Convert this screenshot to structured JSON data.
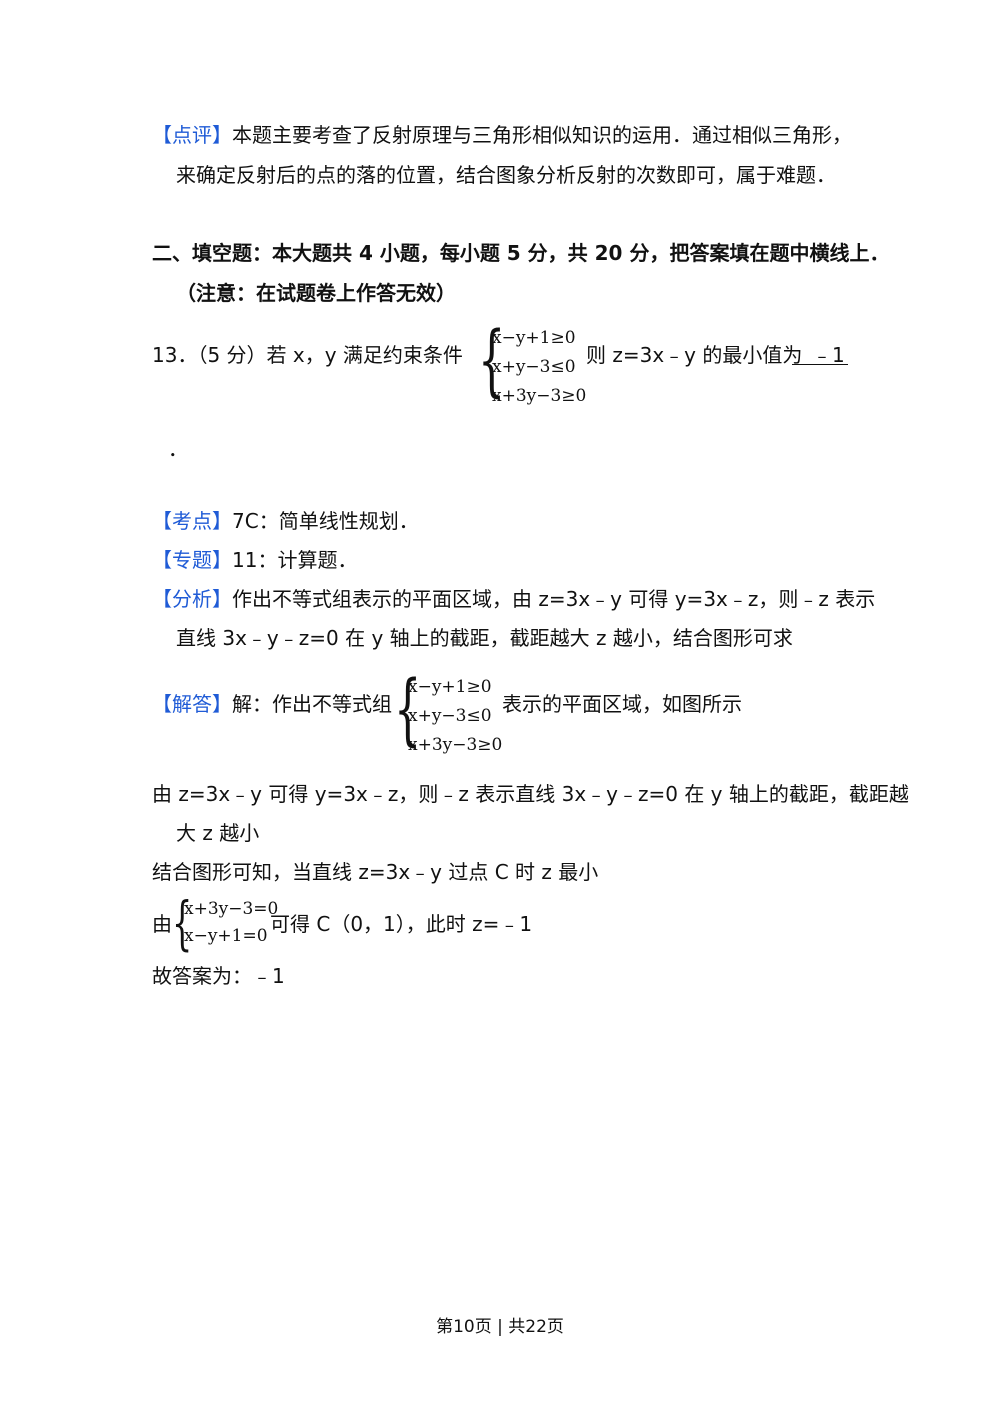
{
  "review": {
    "tag": "【点评】",
    "line1": "本题主要考查了反射原理与三角形相似知识的运用．通过相似三角形，",
    "line2": "来确定反射后的点的落的位置，结合图象分析反射的次数即可，属于难题．"
  },
  "section": {
    "heading1": "二、填空题：本大题共 4 小题，每小题 5 分，共 20 分，把答案填在题中横线上．",
    "heading2": "（注意：在试题卷上作答无效）"
  },
  "q13": {
    "prefix": "13．（5 分）若 x，y 满足约束条件",
    "suffix": "则 z=3x﹣y 的最小值为",
    "answer": "﹣1",
    "period": "．",
    "system": [
      "x−y+1≥0",
      "x+y−3≤0",
      "x+3y−3≥0"
    ]
  },
  "kaodian": {
    "tag": "【考点】",
    "text": "7C：简单线性规划．"
  },
  "zhuanti": {
    "tag": "【专题】",
    "text": "11：计算题．"
  },
  "fenxi": {
    "tag": "【分析】",
    "line1": "作出不等式组表示的平面区域，由 z=3x﹣y 可得 y=3x﹣z，则﹣z 表示",
    "line2": "直线 3x﹣y﹣z=0 在 y 轴上的截距，截距越大 z 越小，结合图形可求"
  },
  "jieda": {
    "tag": "【解答】",
    "prefix": "解：作出不等式组",
    "suffix": "表示的平面区域，如图所示",
    "system": [
      "x−y+1≥0",
      "x+y−3≤0",
      "x+3y−3≥0"
    ]
  },
  "body": {
    "line1": "由 z=3x﹣y 可得 y=3x﹣z，则﹣z 表示直线 3x﹣y﹣z=0 在 y 轴上的截距，截距越",
    "line2": "大 z 越小",
    "line3": "结合图形可知，当直线 z=3x﹣y 过点 C 时 z 最小",
    "line4_prefix": "由",
    "line4_suffix": "可得 C（0，1），此时 z=﹣1",
    "system": [
      "x+3y−3=0",
      "x−y+1=0"
    ],
    "line5": "故答案为：﹣1"
  },
  "footer": {
    "text": "第10页 | 共22页"
  },
  "colors": {
    "tag": "#1f5bd6",
    "text": "#111111"
  }
}
